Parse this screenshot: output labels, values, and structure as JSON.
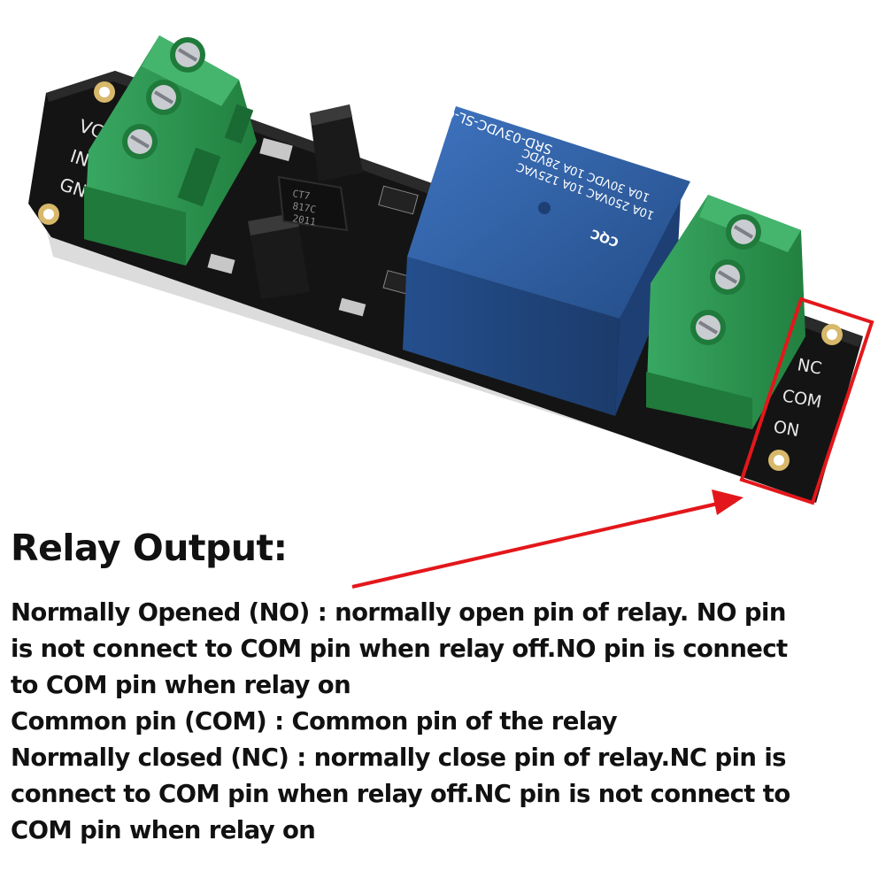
{
  "board": {
    "input_pins": [
      "VCC",
      "IN",
      "GND"
    ],
    "output_pins": [
      "NC",
      "COM",
      "ON"
    ],
    "relay_label": {
      "model": "SRD-03VDC-SL-C",
      "rating_1": "10A 250VAC  10A 125VAC",
      "rating_2": "10A  30VDC  10A  28VDC",
      "cert_mark": "CQC"
    },
    "optocoupler_label": {
      "line_1": "CT7",
      "line_2": "817C",
      "line_3": "2011"
    }
  },
  "colors": {
    "pcb": "#141414",
    "relay": "#2f5d9e",
    "terminal": "#2f9a55",
    "highlight": "#e3171b"
  },
  "icons": [
    "red-arrow-icon",
    "highlight-box"
  ],
  "heading": "Relay Output:",
  "description": [
    "Normally Opened (NO) : normally open pin of relay. NO pin",
    "is not connect to COM pin when relay off.NO pin is connect",
    "to COM pin when relay on",
    "Common pin (COM) : Common pin of the relay",
    "Normally closed (NC) : normally close pin of relay.NC pin is",
    "connect to COM pin when relay off.NC pin is not connect to",
    "COM pin when relay on"
  ]
}
